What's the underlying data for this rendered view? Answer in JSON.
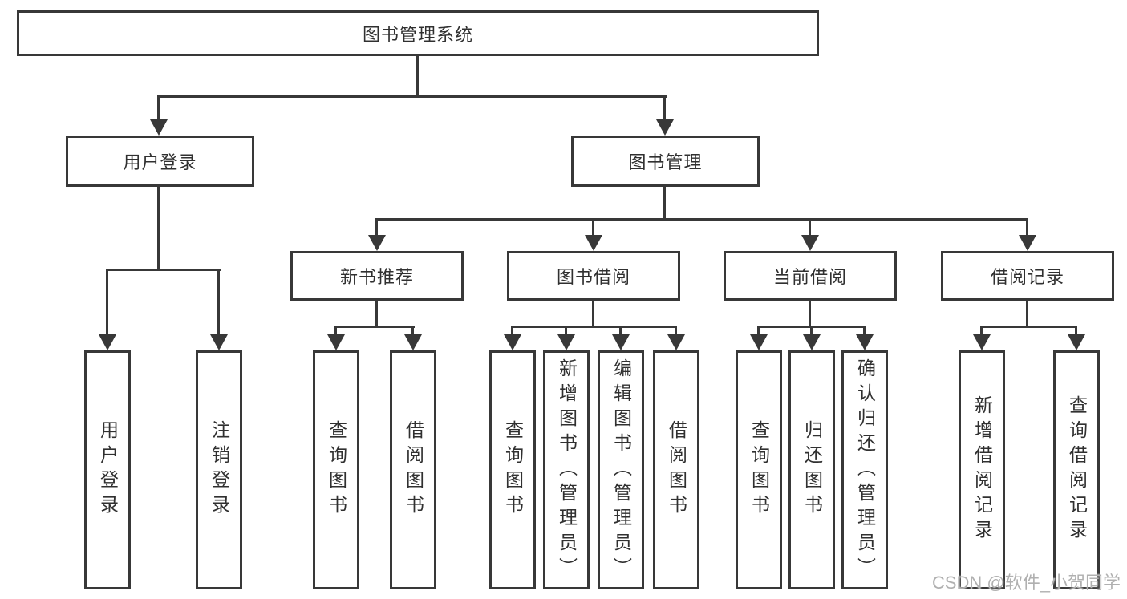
{
  "diagram": {
    "root": {
      "label": "图书管理系统"
    },
    "level2": [
      {
        "label": "用户登录",
        "children": [
          {
            "label": "用户登录"
          },
          {
            "label": "注销登录"
          }
        ]
      },
      {
        "label": "图书管理",
        "children": [
          {
            "label": "新书推荐",
            "children": [
              {
                "label": "查询图书"
              },
              {
                "label": "借阅图书"
              }
            ]
          },
          {
            "label": "图书借阅",
            "children": [
              {
                "label": "查询图书"
              },
              {
                "label": "新增图书（管理员）"
              },
              {
                "label": "编辑图书（管理员）"
              },
              {
                "label": "借阅图书"
              }
            ]
          },
          {
            "label": "当前借阅",
            "children": [
              {
                "label": "查询图书"
              },
              {
                "label": "归还图书"
              },
              {
                "label": "确认归还（管理员）"
              }
            ]
          },
          {
            "label": "借阅记录",
            "children": [
              {
                "label": "新增借阅记录"
              },
              {
                "label": "查询借阅记录"
              }
            ]
          }
        ]
      }
    ]
  },
  "watermark": "CSDN @软件_小贺同学",
  "colors": {
    "line": "#383838",
    "text": "#303030",
    "watermark": "#b0b0b0",
    "background": "#ffffff"
  }
}
